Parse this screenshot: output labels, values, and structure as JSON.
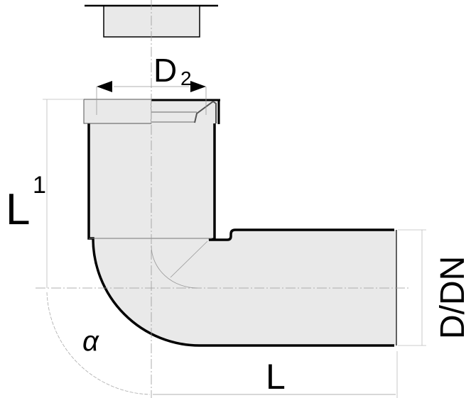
{
  "title": "Pipe elbow with socket – dimension drawing",
  "labels": {
    "d2_main": "D",
    "d2_sub": "2",
    "l1_main": "L",
    "l1_sub": "1",
    "d_dn": "D/DN",
    "l": "L",
    "alpha": "α"
  },
  "colors": {
    "fill": "#e9e9e9",
    "outline": "#000000",
    "guide": "#999999"
  }
}
